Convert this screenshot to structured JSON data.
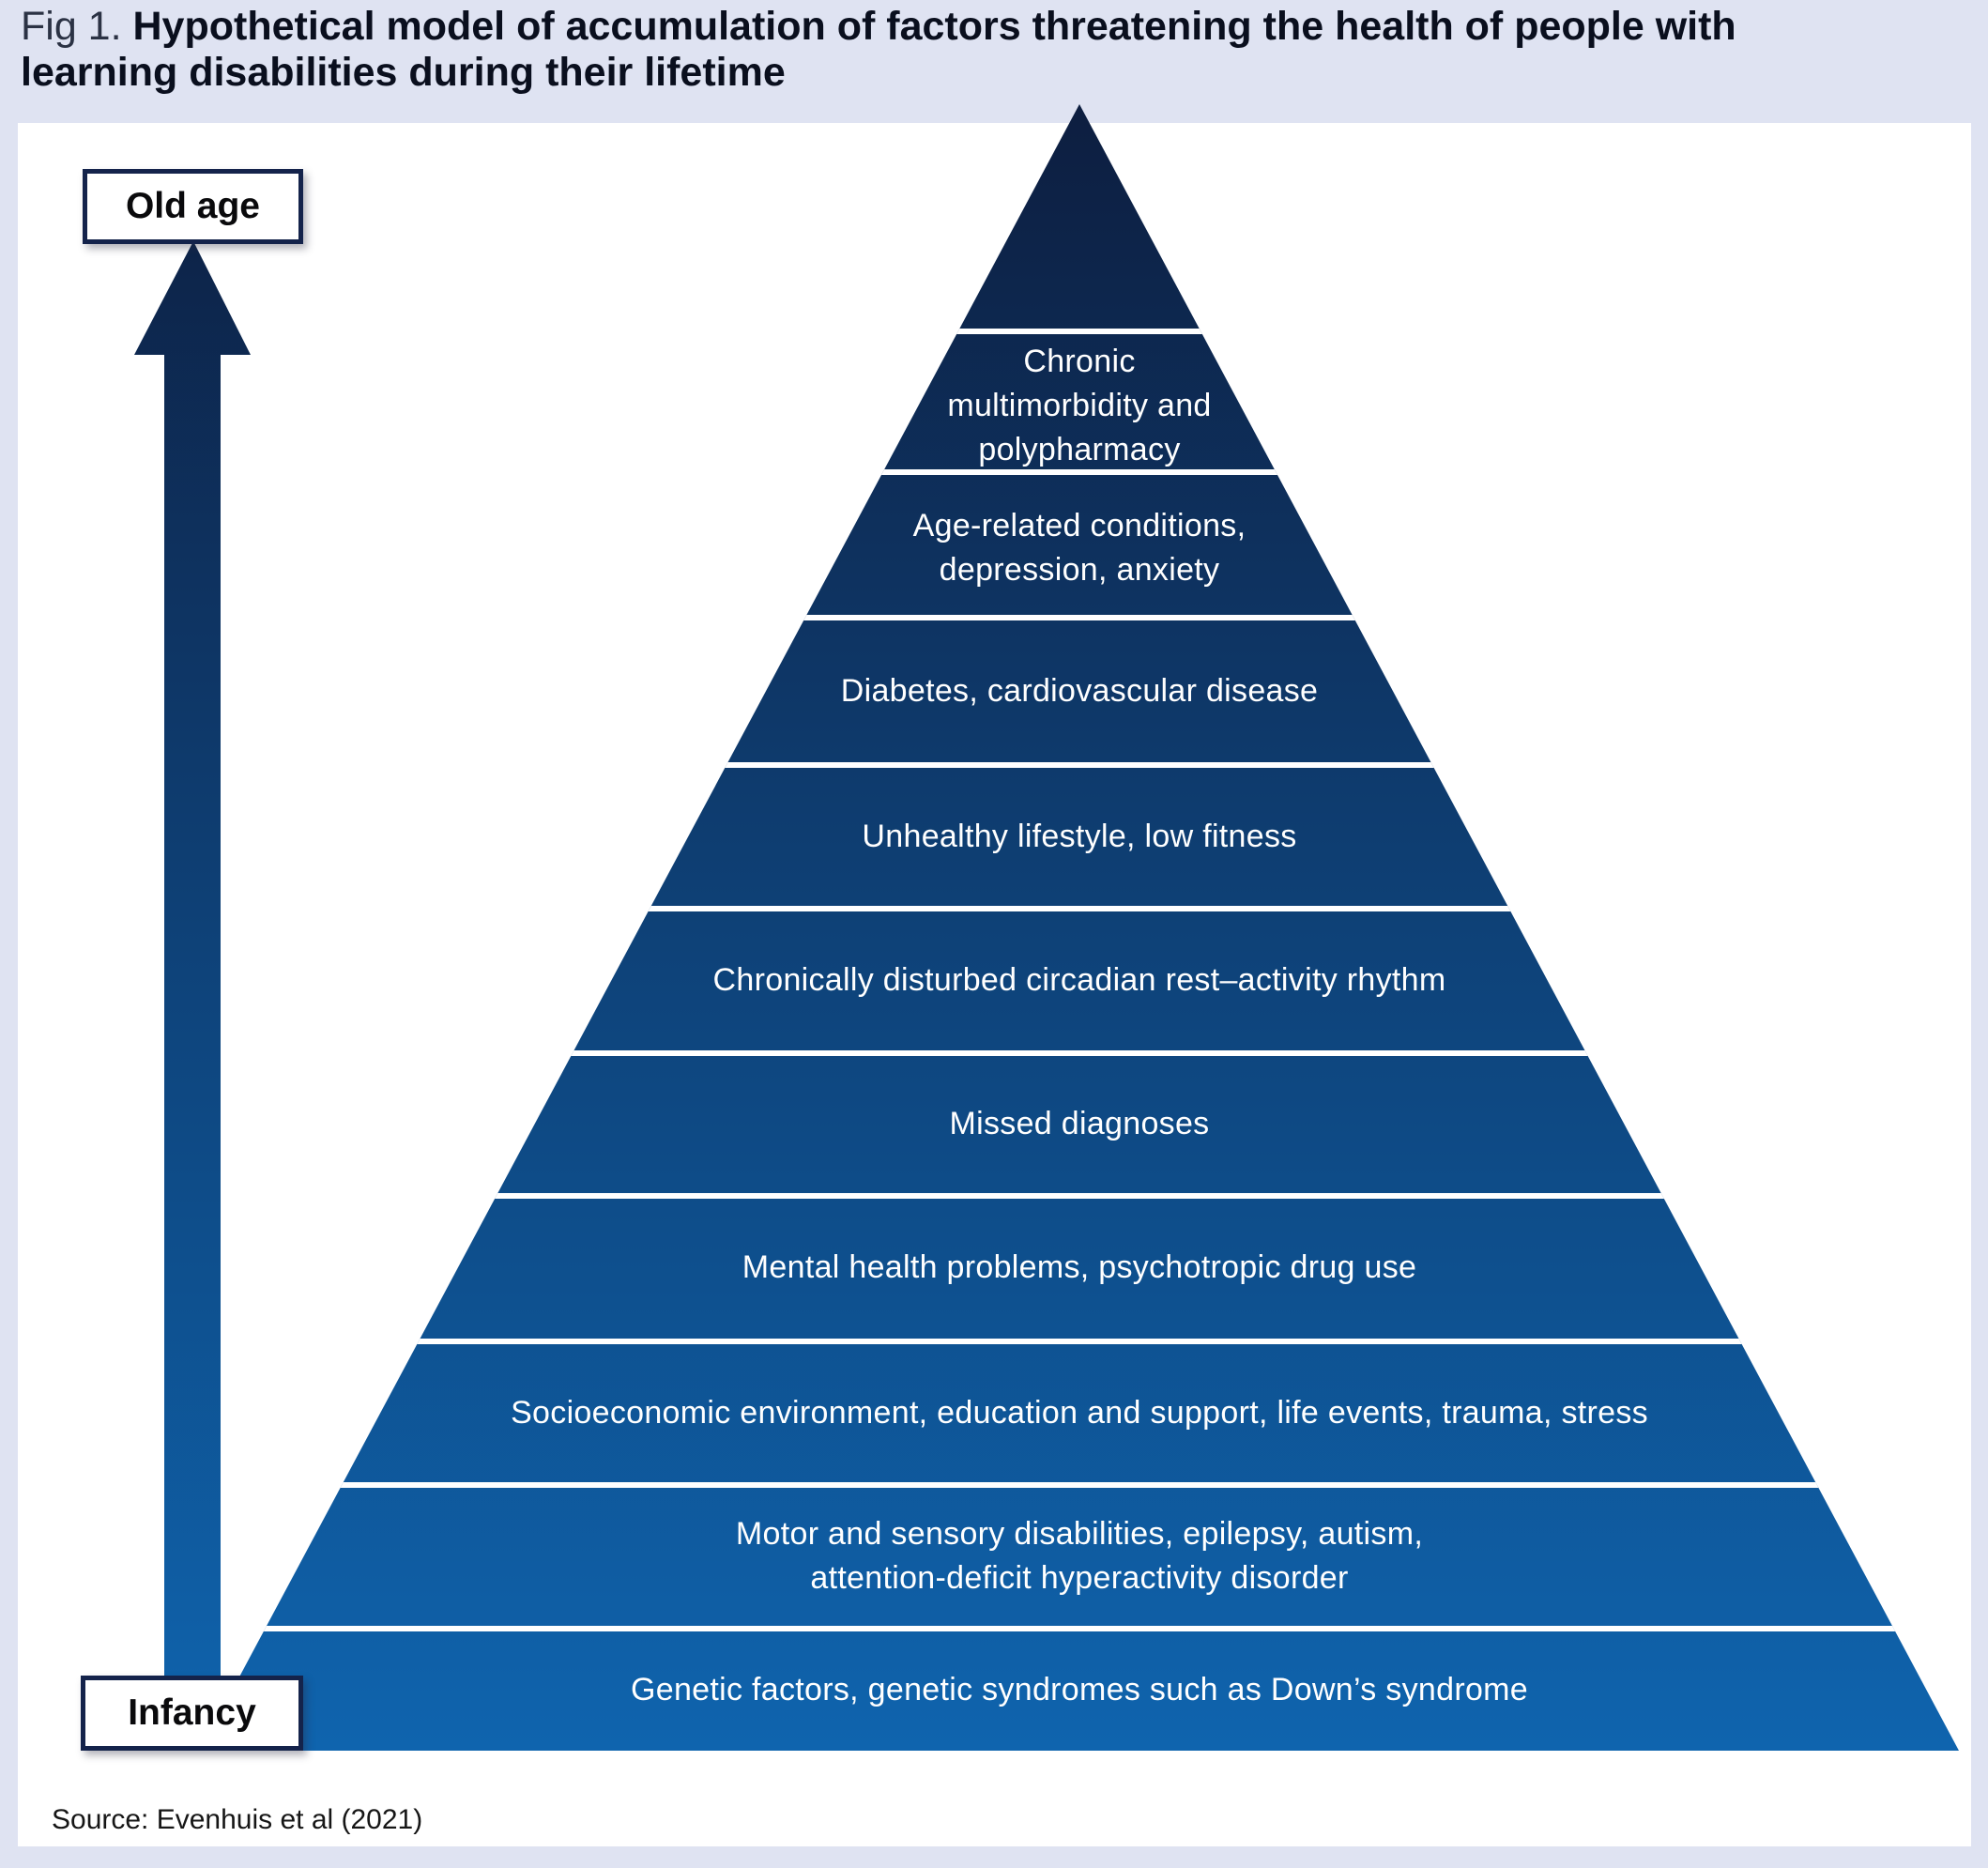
{
  "figure": {
    "label_prefix": "Fig 1. ",
    "title": "Hypothetical model of accumulation of factors threatening the health of people with\nlearning disabilities during their lifetime"
  },
  "timeline": {
    "top_label": "Old age",
    "bottom_label": "Infancy"
  },
  "pyramid": {
    "layers": [
      {
        "label": "Chronic\nmultimorbidity and\npolypharmacy"
      },
      {
        "label": "Age-related conditions,\ndepression, anxiety"
      },
      {
        "label": "Diabetes, cardiovascular disease"
      },
      {
        "label": "Unhealthy lifestyle, low fitness"
      },
      {
        "label": "Chronically disturbed circadian rest–activity rhythm"
      },
      {
        "label": "Missed diagnoses"
      },
      {
        "label": "Mental health problems, psychotropic drug use"
      },
      {
        "label": "Socioeconomic environment, education and support, life events, trauma, stress"
      },
      {
        "label": "Motor and sensory disabilities, epilepsy, autism,\nattention-deficit hyperactivity disorder"
      },
      {
        "label": "Genetic factors, genetic syndromes such as Down’s syndrome"
      }
    ]
  },
  "source": "Source: Evenhuis et al (2021)",
  "colors": {
    "background": "#dfe3f2",
    "panel": "#ffffff",
    "pyramid_top": "#0d1e40",
    "pyramid_bottom": "#0f64ae",
    "divider": "#ffffff",
    "box_border": "#14234b",
    "label_text": "#ffffff"
  }
}
